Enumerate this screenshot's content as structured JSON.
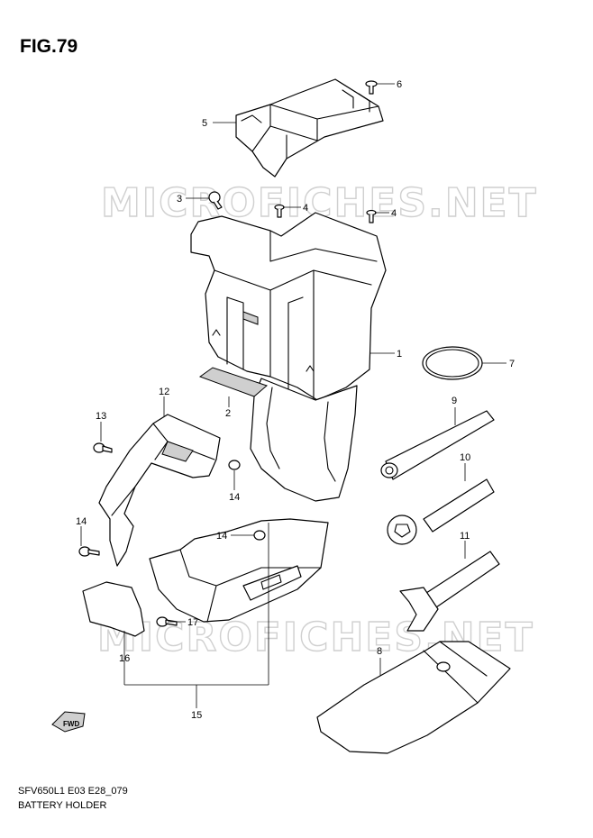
{
  "figure_title": "FIG.79",
  "footer": {
    "code": "SFV650L1 E03 E28_079",
    "name": "BATTERY HOLDER"
  },
  "watermark": "MICROFICHES.NET",
  "fwd_label": "FWD",
  "callouts": [
    "1",
    "2",
    "3",
    "4",
    "4",
    "5",
    "6",
    "7",
    "8",
    "9",
    "10",
    "11",
    "12",
    "13",
    "14",
    "14",
    "14",
    "15",
    "16",
    "17"
  ]
}
